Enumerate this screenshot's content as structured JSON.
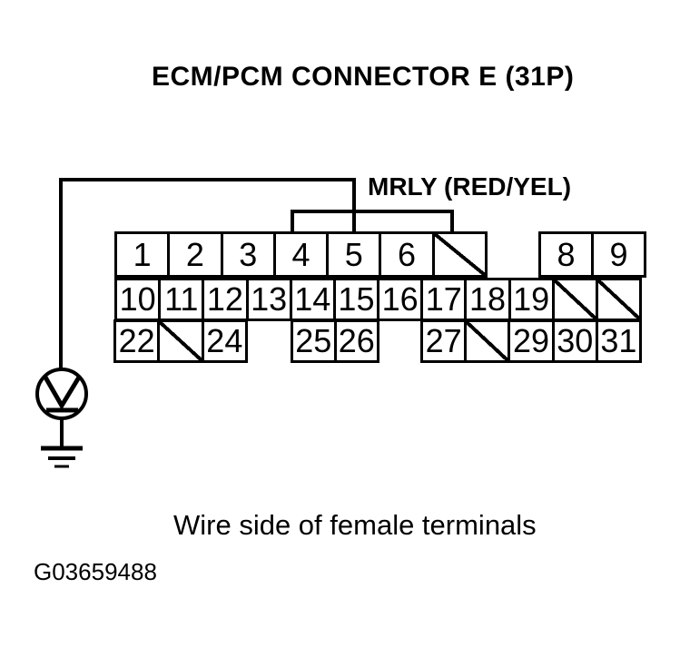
{
  "title": "ECM/PCM CONNECTOR E (31P)",
  "wire": {
    "label": "MRLY (RED/YEL)"
  },
  "caption": "Wire side of female terminals",
  "figure_id": "G03659488",
  "colors": {
    "ink": "#000000",
    "background": "#ffffff"
  },
  "icons": {
    "voltmeter": "voltmeter-probe-icon",
    "ground": "earth-ground-icon"
  },
  "connector": {
    "rows": [
      {
        "groups": [
          {
            "cells": [
              {
                "label": "1"
              },
              {
                "label": "2"
              },
              {
                "label": "3"
              },
              {
                "label": "4"
              },
              {
                "label": "5"
              },
              {
                "label": "6"
              },
              {
                "label": "",
                "blocked": true
              }
            ]
          },
          {
            "cells": [
              {
                "label": "8"
              },
              {
                "label": "9"
              }
            ]
          }
        ]
      },
      {
        "groups": [
          {
            "cells": [
              {
                "label": "10"
              },
              {
                "label": "11"
              },
              {
                "label": "12"
              },
              {
                "label": "13"
              },
              {
                "label": "14"
              },
              {
                "label": "15"
              },
              {
                "label": "16"
              },
              {
                "label": "17"
              },
              {
                "label": "18"
              },
              {
                "label": "19"
              },
              {
                "label": "",
                "blocked": true
              },
              {
                "label": "",
                "blocked": true
              }
            ]
          }
        ]
      },
      {
        "groups": [
          {
            "cells": [
              {
                "label": "22"
              },
              {
                "label": "",
                "blocked": true
              },
              {
                "label": "24"
              }
            ]
          },
          {
            "cells": [
              {
                "label": "25"
              },
              {
                "label": "26"
              }
            ]
          },
          {
            "cells": [
              {
                "label": "27"
              },
              {
                "label": "",
                "blocked": true
              },
              {
                "label": "29"
              },
              {
                "label": "30"
              },
              {
                "label": "31"
              }
            ]
          }
        ]
      }
    ]
  }
}
